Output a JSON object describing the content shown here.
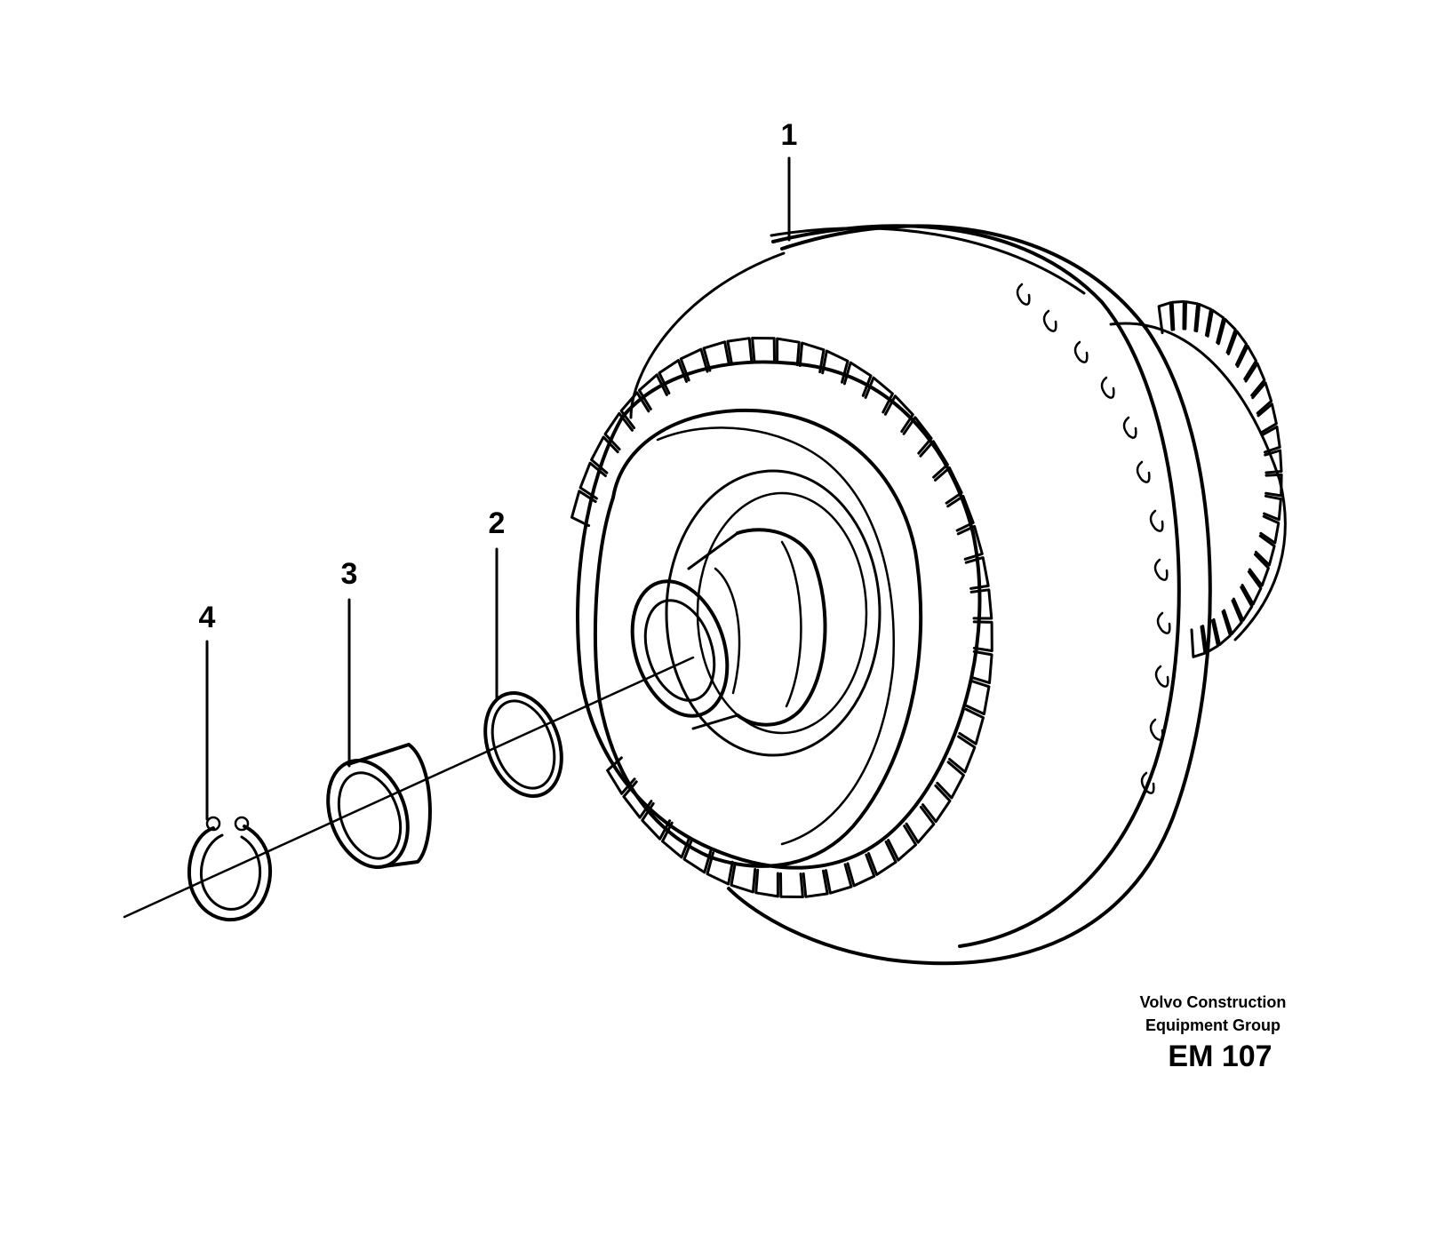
{
  "callouts": [
    {
      "id": "1",
      "label": "1"
    },
    {
      "id": "2",
      "label": "2"
    },
    {
      "id": "3",
      "label": "3"
    },
    {
      "id": "4",
      "label": "4"
    }
  ],
  "credit": {
    "line1": "Volvo Construction",
    "line2": "Equipment Group",
    "code": "EM 107"
  },
  "colors": {
    "ink": "#000000",
    "paper": "#ffffff"
  }
}
